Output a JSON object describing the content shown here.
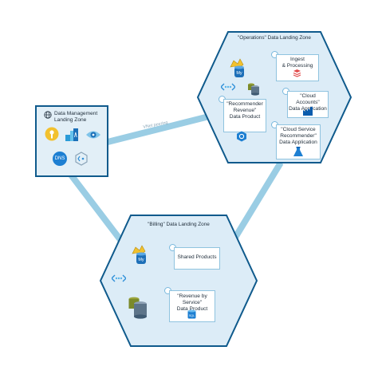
{
  "colors": {
    "hex_fill": "#dcecf7",
    "hex_stroke": "#0f5a8c",
    "link": "#9acde4",
    "dm_fill": "#e2eff7",
    "card_border": "#8fc3df",
    "accent_blue": "#0b78c8"
  },
  "operations": {
    "title": "\"Operations\" Data Landing Zone",
    "ingest_label": "Ingest\n& Processing",
    "cloud_accounts_label": "\"Cloud Accounts\"\nData Application",
    "recommender_label": "\"Recommender\nRevenue\"\nData Product",
    "cloud_service_label": "\"Cloud Service\nRecommender\"\nData Application",
    "icons": [
      "mysql-icon",
      "virtual-network-icon",
      "storage-icon",
      "ingest-processing-icon",
      "data-product-icon",
      "data-factory-icon",
      "machine-learning-icon"
    ]
  },
  "data_management": {
    "title": "Data Management\nLanding Zone",
    "icons": [
      "globe-icon",
      "key-vault-icon",
      "analytics-icon",
      "purview-eye-icon",
      "dns-icon",
      "private-endpoint-icon"
    ],
    "dns_label": "DNS"
  },
  "billing": {
    "title": "\"Billing\" Data Landing Zone",
    "shared_label": "Shared Products",
    "revenue_label": "\"Revenue by Service\"\nData Product",
    "icons": [
      "mysql-icon",
      "virtual-network-icon",
      "storage-icon",
      "sql-database-icon"
    ]
  },
  "peering_label": "VNet peering"
}
